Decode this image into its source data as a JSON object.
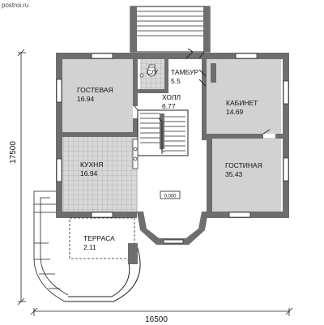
{
  "watermark": "postroi.ru",
  "marker_label": "0.000",
  "dimensions": {
    "width_label": "16500",
    "depth_label": "17500"
  },
  "rooms": [
    {
      "key": "gostevaya",
      "name": "ГОСТЕВАЯ",
      "area": "16.94"
    },
    {
      "key": "su",
      "name": "С/У",
      "area": ""
    },
    {
      "key": "tambur",
      "name": "ТАМБУР",
      "area": "5.5"
    },
    {
      "key": "holl",
      "name": "ХОЛЛ",
      "area": "6.77"
    },
    {
      "key": "kabinet",
      "name": "КАБИНЕТ",
      "area": "14.69"
    },
    {
      "key": "kuhnya",
      "name": "КУХНЯ",
      "area": "16.94"
    },
    {
      "key": "gostinaya",
      "name": "ГОСТИНАЯ",
      "area": "35.43"
    },
    {
      "key": "terrasa",
      "name": "ТЕРРАСА",
      "area": "2.11"
    }
  ],
  "colors": {
    "wall": "#6e6e6e",
    "room_fill": "#d2d2d2",
    "background": "#ffffff",
    "line": "#222222"
  }
}
